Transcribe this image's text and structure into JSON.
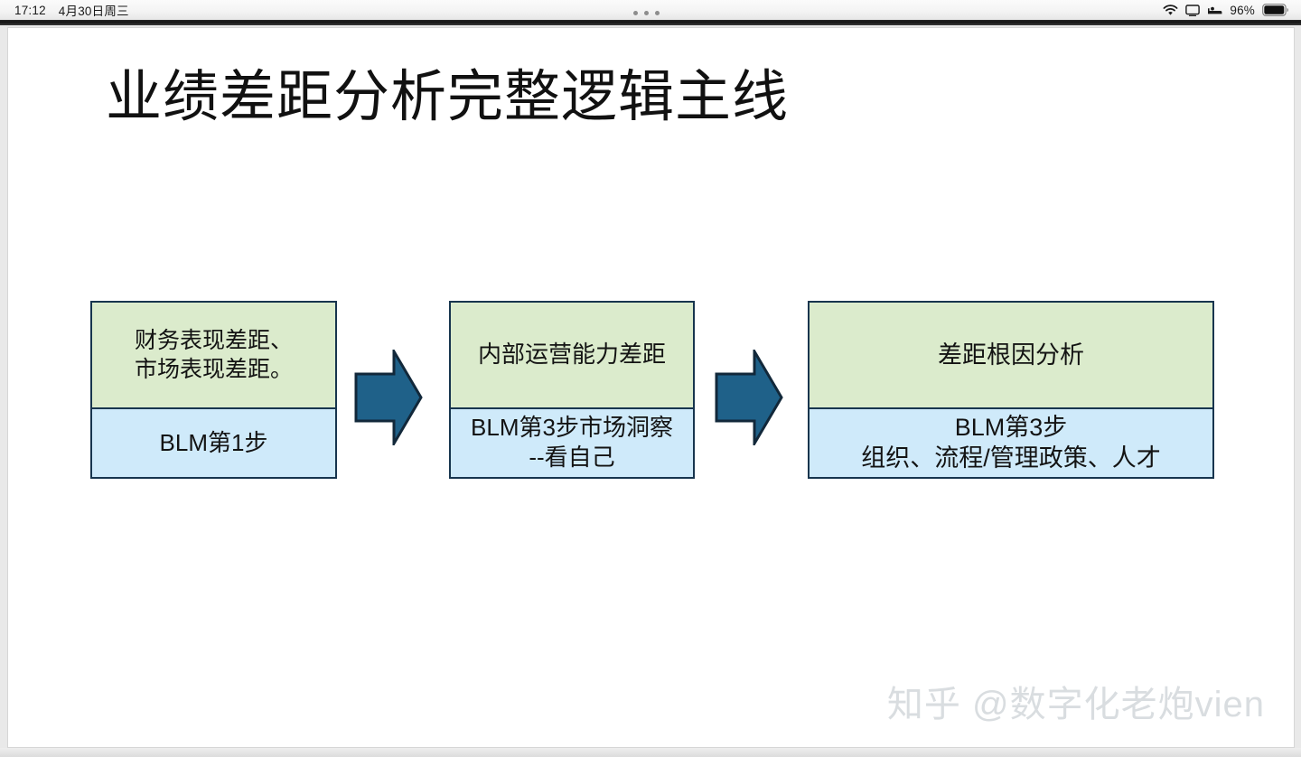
{
  "status_bar": {
    "time": "17:12",
    "date": "4月30日周三",
    "battery_percent": "96%",
    "icons": [
      "wifi-icon",
      "screen-mirroring-icon",
      "sleep-focus-icon",
      "battery-icon"
    ],
    "notch_dots": 3
  },
  "slide": {
    "title": "业绩差距分析完整逻辑主线",
    "watermark": "知乎 @数字化老炮vien",
    "colors": {
      "box_top_fill": "#dbebcc",
      "box_bottom_fill": "#cfeafa",
      "box_border": "#17354e",
      "arrow_fill": "#1f6189",
      "arrow_border": "#12283a",
      "title_color": "#111111",
      "watermark_color": "#d9dde0"
    },
    "flow": {
      "boxes": [
        {
          "id": "box-1",
          "top_text": "财务表现差距、\n市场表现差距。",
          "bottom_text": "BLM第1步"
        },
        {
          "id": "box-2",
          "top_text": "内部运营能力差距",
          "bottom_text": "BLM第3步市场洞察\n--看自己"
        },
        {
          "id": "box-3",
          "top_text": "差距根因分析",
          "bottom_text": "BLM第3步\n组织、流程/管理政策、人才"
        }
      ],
      "arrows": [
        {
          "id": "arrow-1",
          "label": "right-arrow-1"
        },
        {
          "id": "arrow-2",
          "label": "right-arrow-2"
        }
      ]
    }
  }
}
